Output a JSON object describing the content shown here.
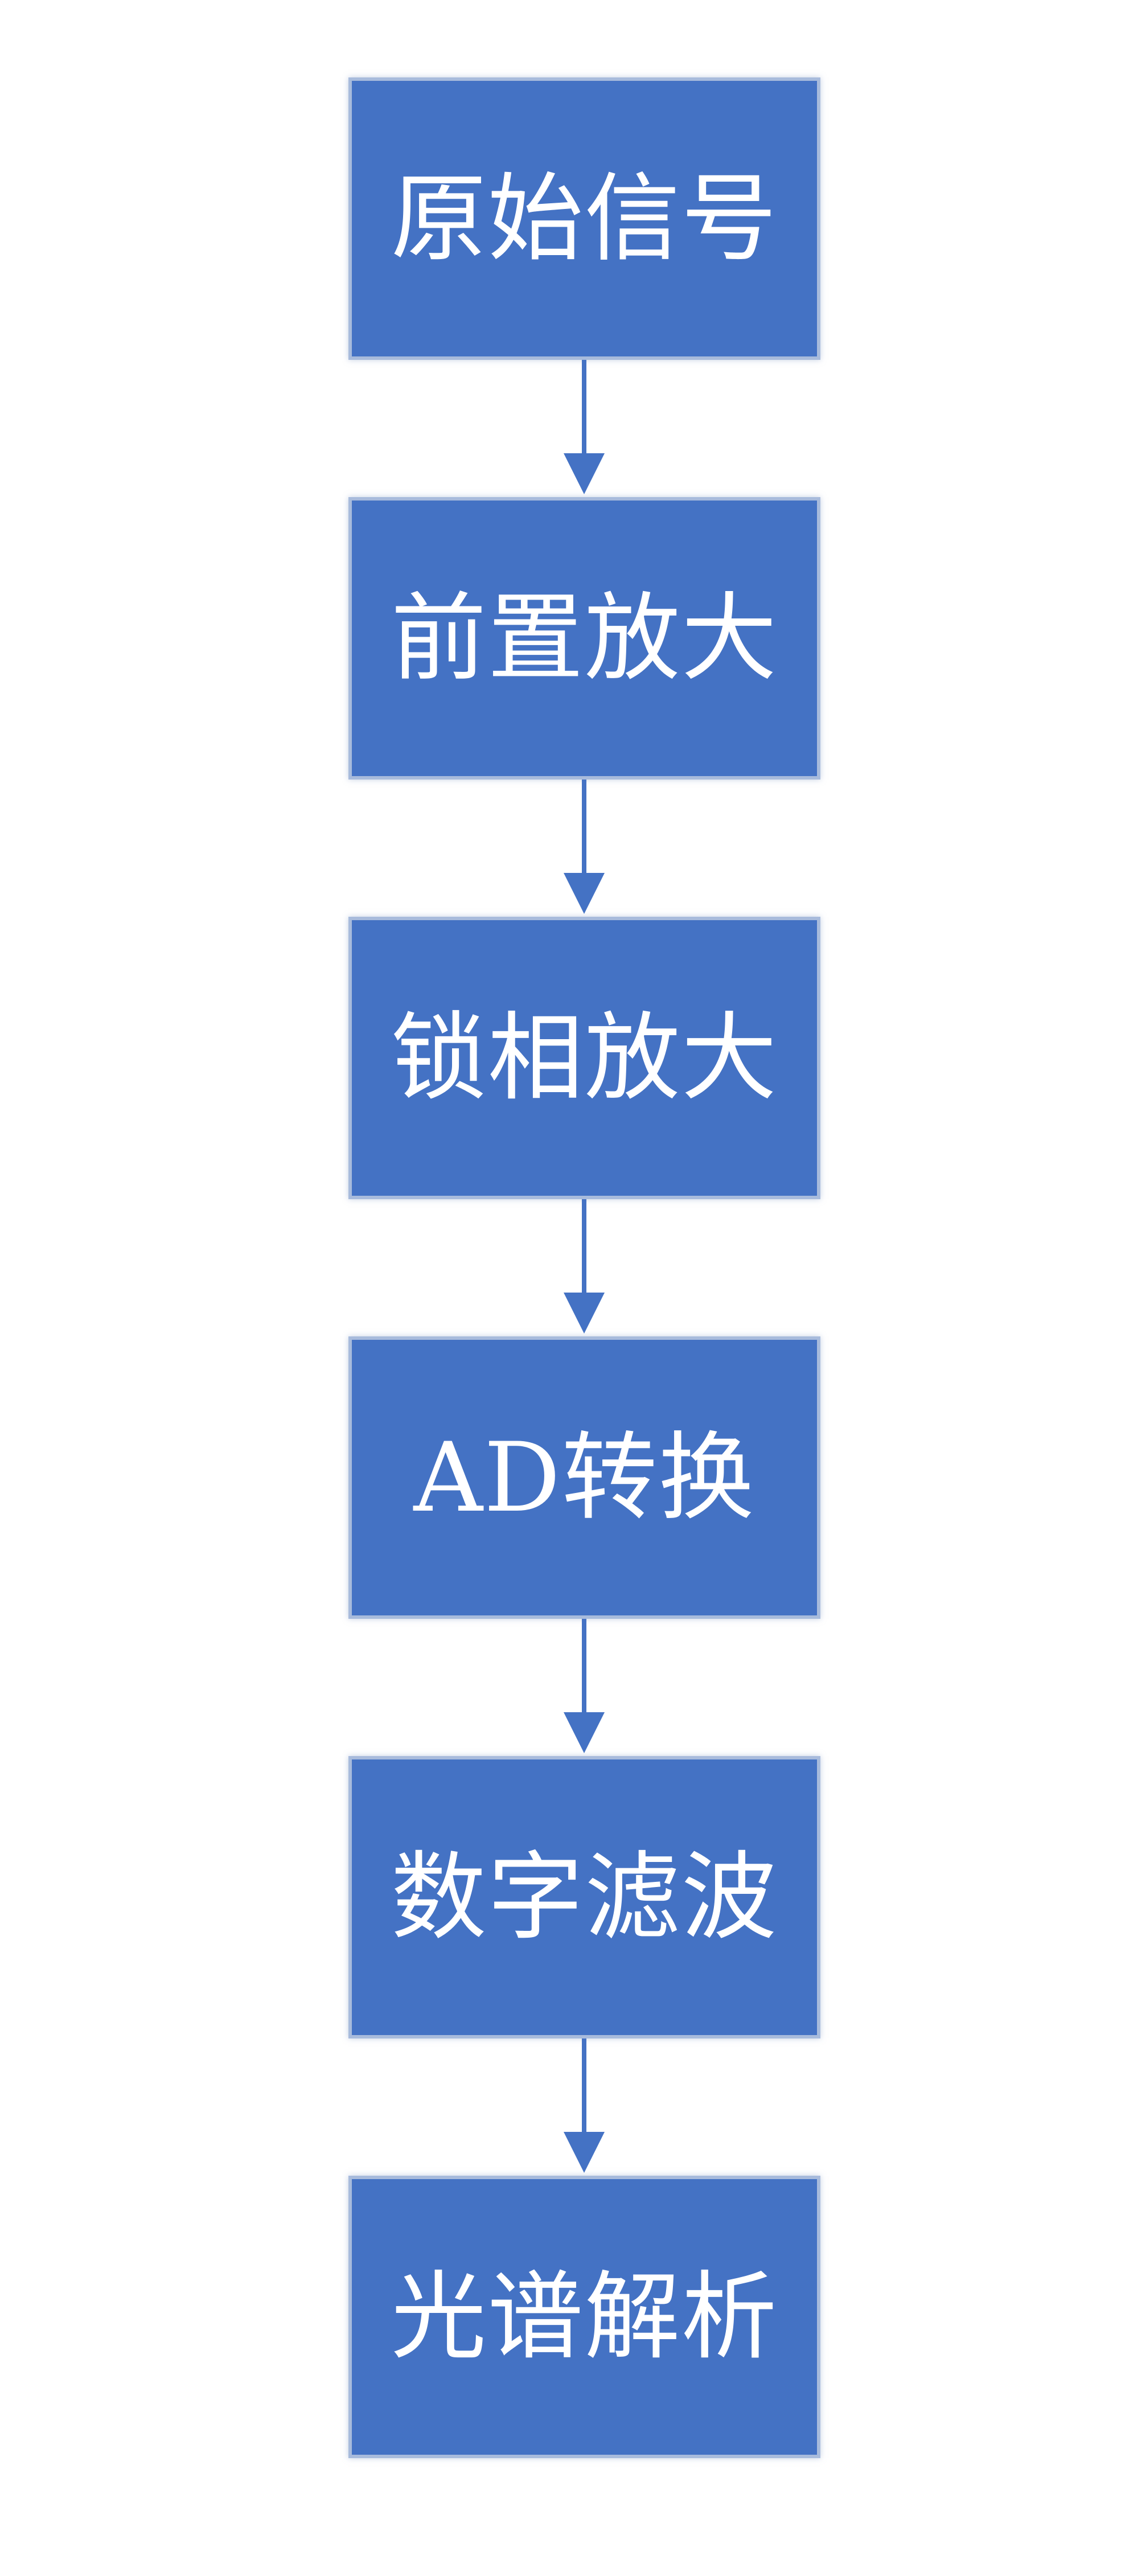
{
  "flowchart": {
    "steps": [
      {
        "label": "原始信号"
      },
      {
        "label": "前置放大"
      },
      {
        "label": "锁相放大"
      },
      {
        "label": "AD转换"
      },
      {
        "label": "数字滤波"
      },
      {
        "label": "光谱解析"
      }
    ],
    "node_color": "#4472c4",
    "node_border_color": "#a8bbdc",
    "arrow_color": "#4472c4",
    "text_color": "#ffffff"
  }
}
